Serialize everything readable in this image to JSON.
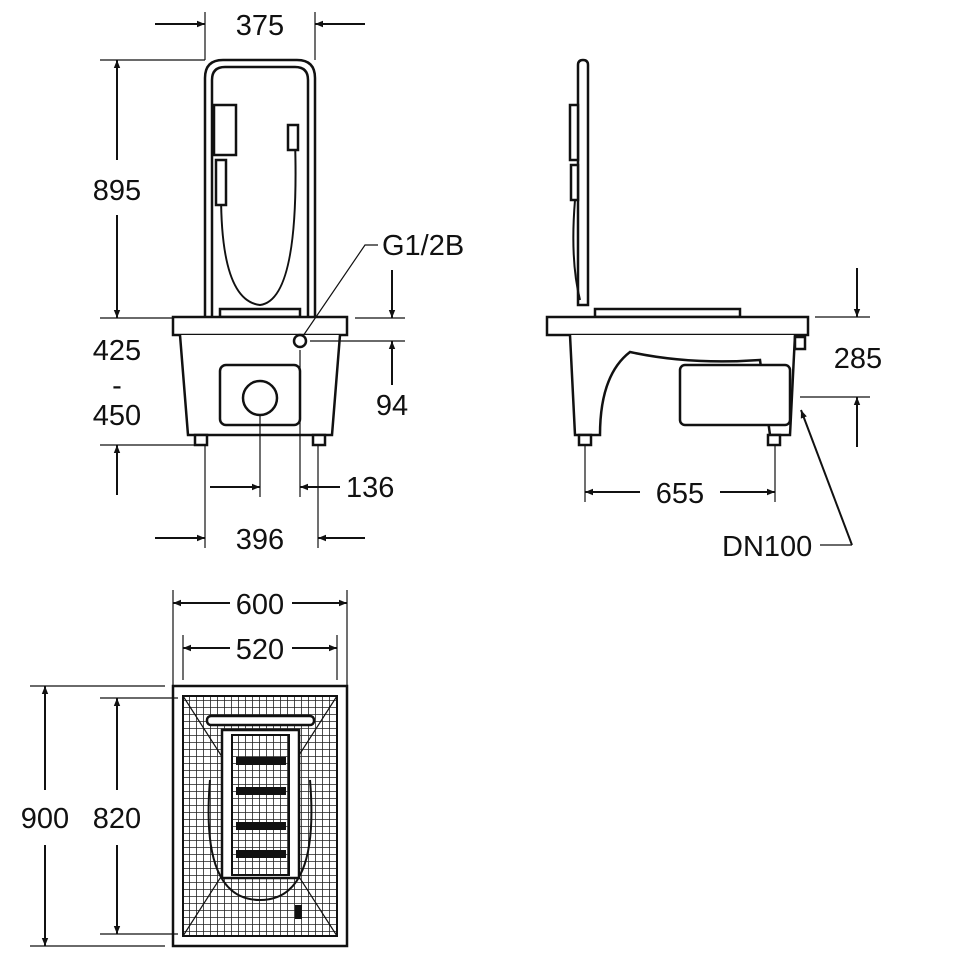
{
  "drawing": {
    "front_view": {
      "width_top": "375",
      "height_frame": "895",
      "height_basin_min": "425",
      "height_basin_sep": "-",
      "height_basin_max": "450",
      "water_connection": "G1/2B",
      "connection_height": "94",
      "drain_offset": "136",
      "feet_spacing": "396"
    },
    "side_view": {
      "drain_height": "285",
      "feet_spacing": "655",
      "drain_connection": "DN100"
    },
    "top_view": {
      "outer_width": "600",
      "inner_width": "520",
      "outer_length": "900",
      "inner_length": "820"
    }
  },
  "colors": {
    "line": "#111111",
    "background": "#ffffff"
  }
}
